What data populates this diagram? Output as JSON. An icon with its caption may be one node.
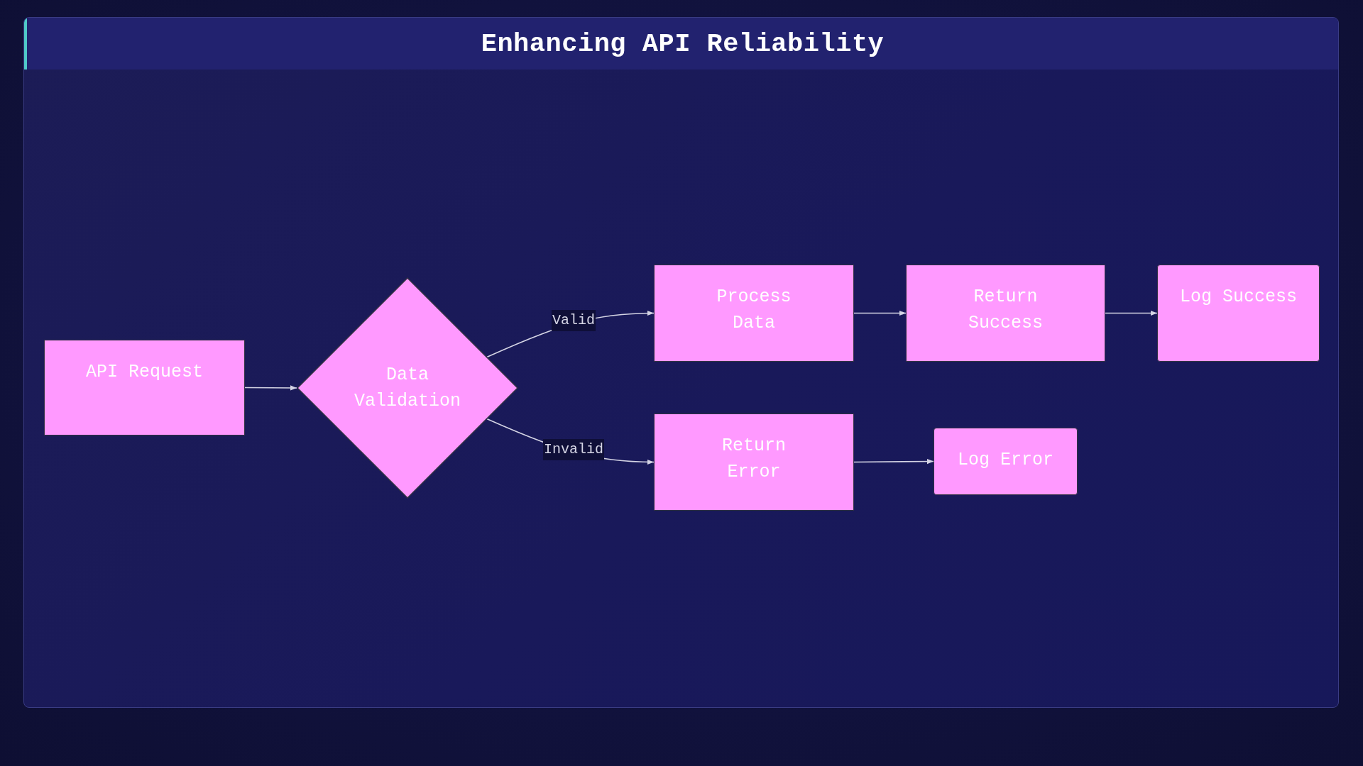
{
  "diagram": {
    "title": "Enhancing API Reliability",
    "nodes": [
      {
        "text": [
          "API Request"
        ]
      },
      {
        "text": [
          "Data Validation"
        ]
      },
      {
        "text": [
          "Process Data"
        ]
      },
      {
        "text": [
          "Return Success"
        ]
      },
      {
        "text": [
          "Log Success"
        ]
      },
      {
        "text": [
          "Return Error"
        ]
      },
      {
        "text": [
          "Log Error"
        ]
      }
    ],
    "edges": [
      {
        "from": 0,
        "to": 1,
        "arrow": "to"
      },
      {
        "from": 1,
        "to": 2,
        "label": "Valid",
        "arrow": "to"
      },
      {
        "from": 1,
        "to": 5,
        "label": "Invalid",
        "arrow": "to"
      },
      {
        "from": 2,
        "to": 3,
        "arrow": "to"
      },
      {
        "from": 3,
        "to": 4,
        "arrow": "to"
      },
      {
        "from": 5,
        "to": 6,
        "arrow": "to"
      }
    ]
  }
}
